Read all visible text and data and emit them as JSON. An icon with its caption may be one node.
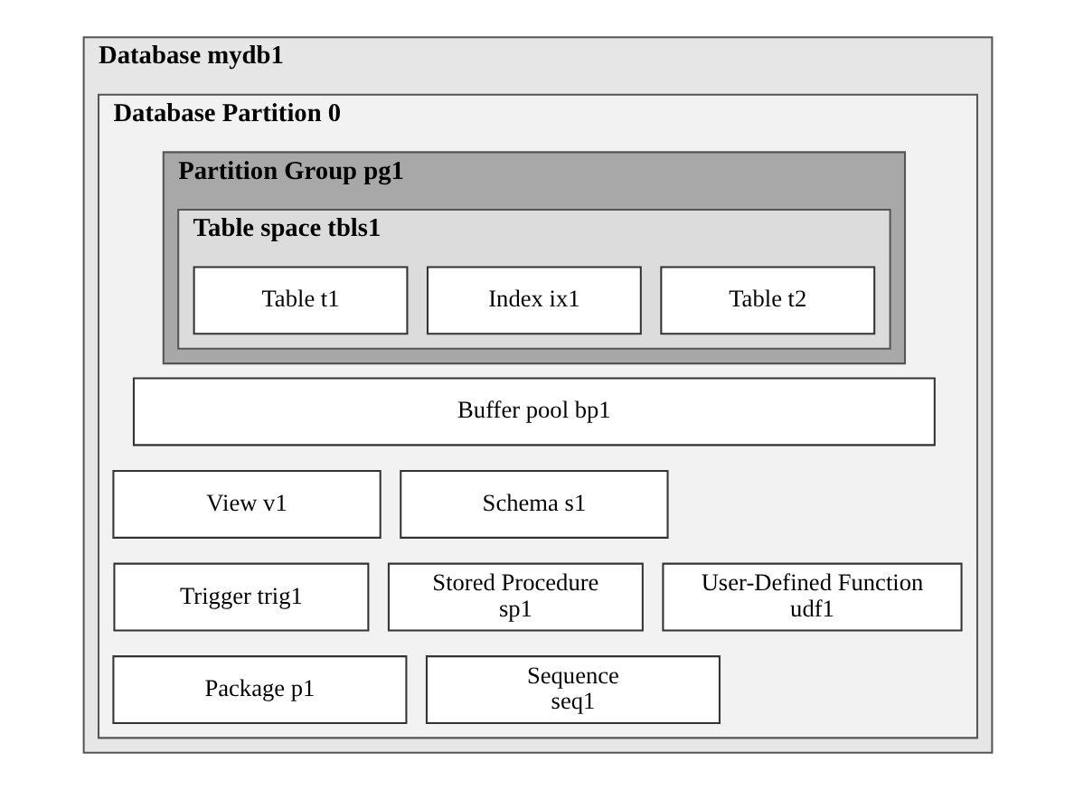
{
  "diagram": {
    "nodes": [
      {
        "text": [
          "Database mydb1"
        ]
      },
      {
        "text": [
          "Database Partition 0"
        ],
        "in": 0
      },
      {
        "text": [
          "Partition Group pg1"
        ],
        "in": 1
      },
      {
        "text": [
          "Table space tbls1"
        ],
        "in": 2
      },
      {
        "text": [
          "Table t1"
        ],
        "in": 3
      },
      {
        "text": [
          "Index ix1"
        ],
        "in": 3
      },
      {
        "text": [
          "Table t2"
        ],
        "in": 3
      },
      {
        "text": [
          "Buffer pool bp1"
        ],
        "in": 1
      },
      {
        "text": [
          "View v1"
        ],
        "in": 1
      },
      {
        "text": [
          "Schema s1"
        ],
        "in": 1
      },
      {
        "text": [
          "Trigger trig1"
        ],
        "in": 1
      },
      {
        "text": [
          "Stored Procedure sp1"
        ],
        "in": 1
      },
      {
        "text": [
          "User-Defined Function udf1"
        ],
        "in": 1
      },
      {
        "text": [
          "Package p1"
        ],
        "in": 1
      },
      {
        "text": [
          "Sequence seq1"
        ],
        "in": 1
      }
    ],
    "edges": []
  }
}
